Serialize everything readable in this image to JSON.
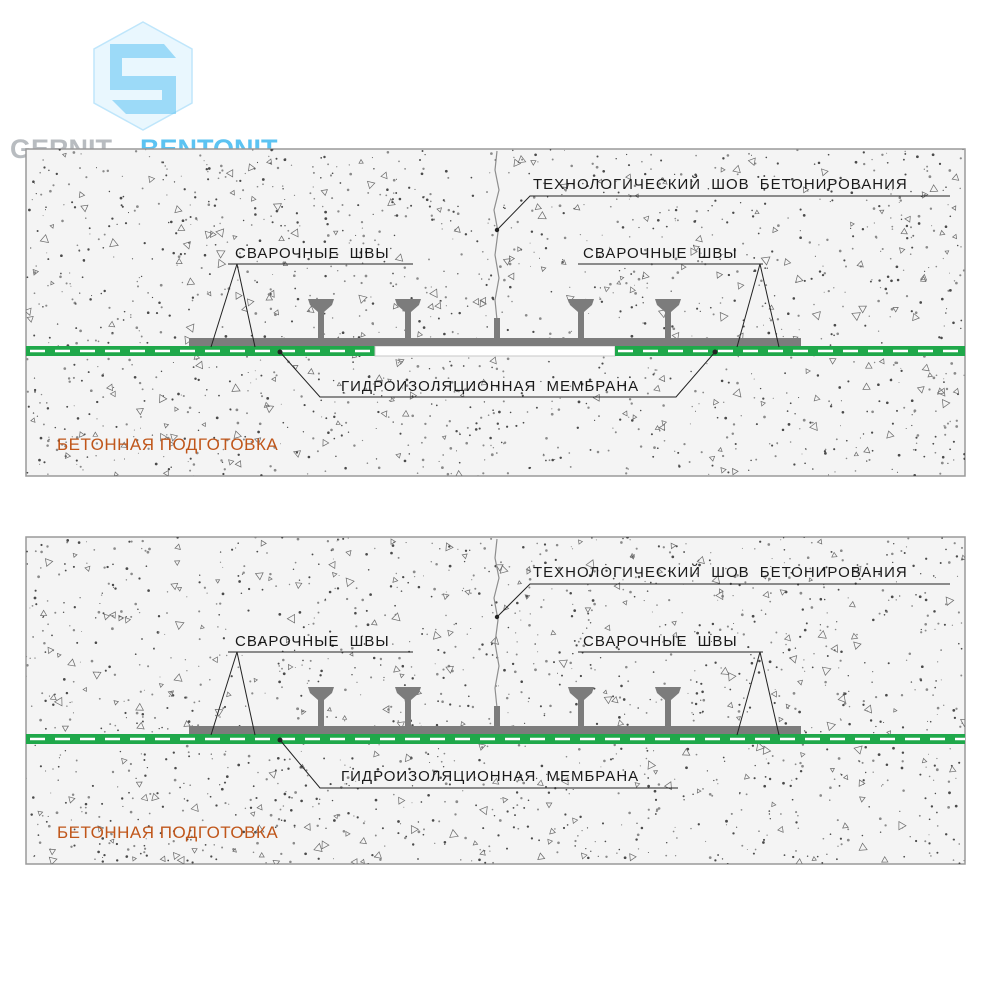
{
  "logo": {
    "word1": "GERNIT",
    "word2": "BENTONIT",
    "color_gray": "#b8bcc0",
    "color_blue": "#5cc3f2"
  },
  "colors": {
    "concrete": "#f4f4f4",
    "border": "#9a9a9a",
    "membrane": "#1fa84a",
    "profile": "#7c7c7c",
    "leader": "#222222",
    "base_label": "#c0561a"
  },
  "panels": [
    {
      "joint_label": "ТЕХНОЛОГИЧЕСКИЙ ШОВ БЕТОНИРОВАНИЯ",
      "welds_left_label": "СВАРОЧНЫЕ ШВЫ",
      "welds_right_label": "СВАРОЧНЫЕ ШВЫ",
      "membrane_label": "ГИДРОИЗОЛЯЦИОННАЯ МЕМБРАНА",
      "base_label": "БЕТОННАЯ ПОДГОТОВКА",
      "membrane_gap": true
    },
    {
      "joint_label": "ТЕХНОЛОГИЧЕСКИЙ ШОВ БЕТОНИРОВАНИЯ",
      "welds_left_label": "СВАРОЧНЫЕ ШВЫ",
      "welds_right_label": "СВАРОЧНЫЕ ШВЫ",
      "membrane_label": "ГИДРОИЗОЛЯЦИОННАЯ МЕМБРАНА",
      "base_label": "БЕТОННАЯ ПОДГОТОВКА",
      "membrane_gap": false
    }
  ]
}
